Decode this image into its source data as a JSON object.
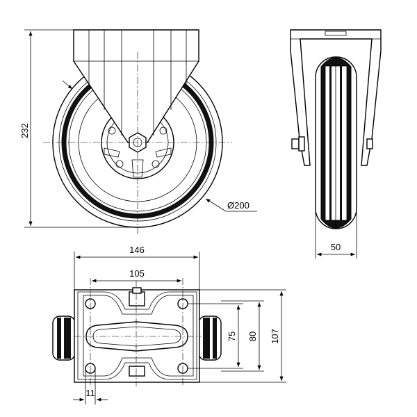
{
  "dimensions": {
    "height_total": "232",
    "wheel_diameter": "Ø200",
    "wheel_width": "50",
    "plate_length": "146",
    "hole_spacing_length": "105",
    "hole_spacing_width": "75",
    "plate_slot_width": "80",
    "plate_width": "107",
    "bolt_hole": "11"
  },
  "colors": {
    "line": "#000000",
    "tyre": "#111111",
    "background": "#ffffff"
  }
}
